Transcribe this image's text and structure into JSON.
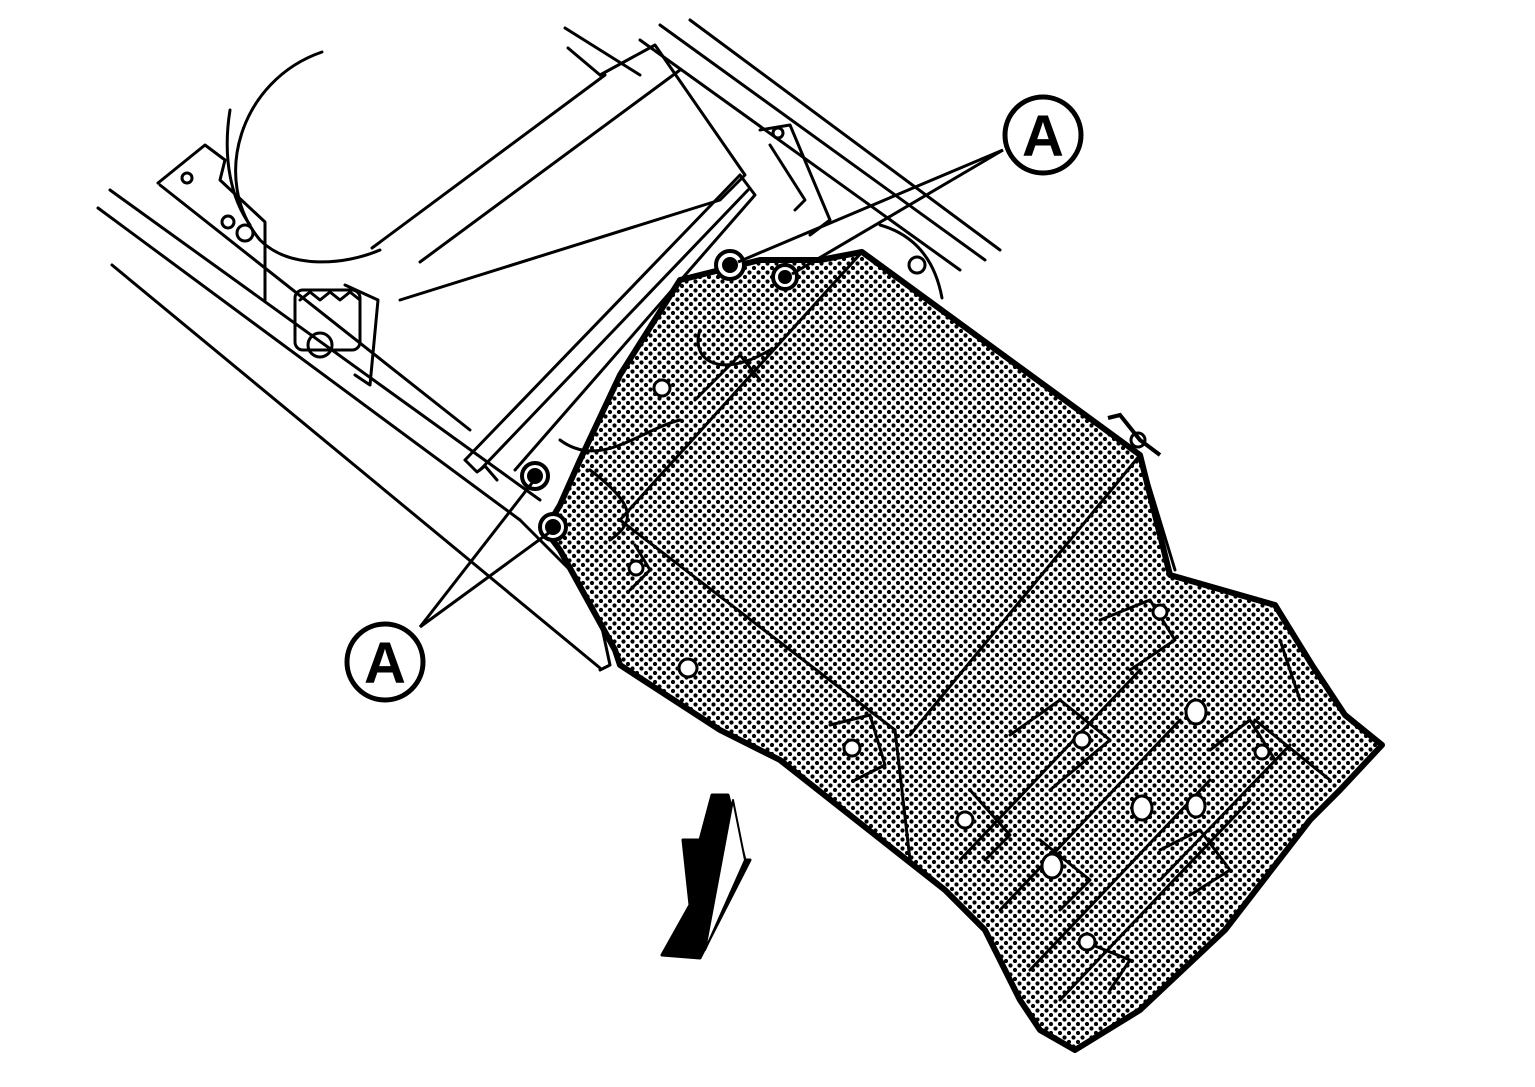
{
  "diagram": {
    "colors": {
      "line": "#000000",
      "background": "#ffffff",
      "shaded_panel_pattern": "dotted-stipple"
    },
    "callouts": [
      {
        "id": "upper",
        "label": "A"
      },
      {
        "id": "lower",
        "label": "A"
      }
    ],
    "arrow": {
      "direction": "down",
      "icon": "removal-direction-arrow-icon"
    }
  }
}
